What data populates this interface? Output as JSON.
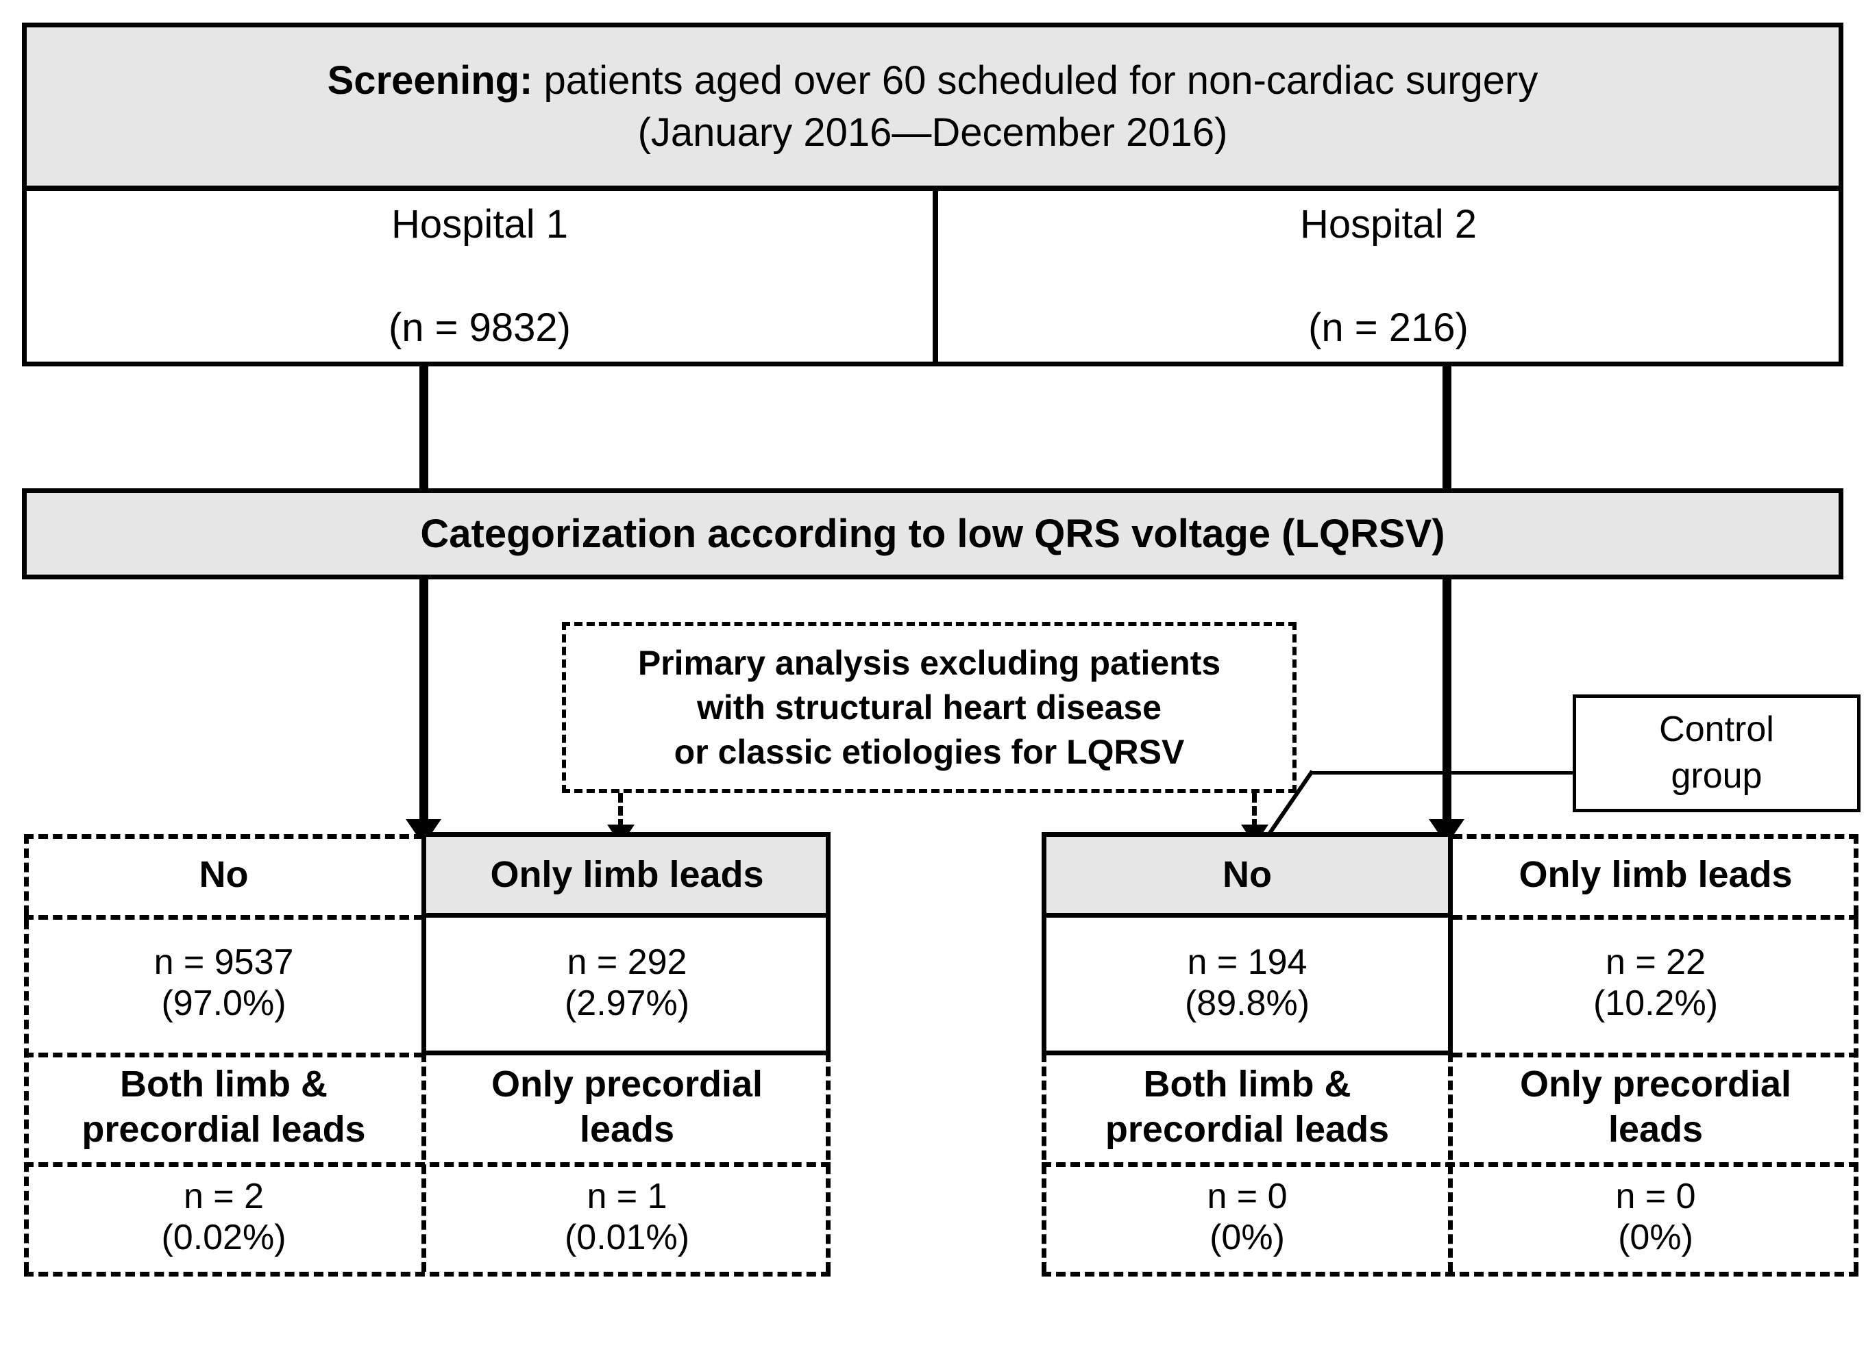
{
  "flowchart": {
    "screening": {
      "label_bold": "Screening:",
      "label_rest": " patients aged over 60 scheduled for non-cardiac surgery",
      "line2": "(January 2016—December 2016)"
    },
    "hospitals": [
      {
        "name": "Hospital 1",
        "count": "(n = 9832)"
      },
      {
        "name": "Hospital 2",
        "count": "(n = 216)"
      }
    ],
    "categorization": "Categorization according to low QRS voltage (LQRSV)",
    "annotation": {
      "line1": "Primary analysis excluding patients",
      "line2": "with structural heart disease",
      "line3": "or classic etiologies for LQRSV"
    },
    "control_group": {
      "line1": "Control",
      "line2": "group"
    },
    "left_table": {
      "cells": [
        {
          "header": "No",
          "n": "n = 9537",
          "pct": "(97.0%)"
        },
        {
          "header": "Only limb leads",
          "n": "n = 292",
          "pct": "(2.97%)"
        },
        {
          "header_l1": "Both limb &",
          "header_l2": "precordial leads",
          "n": "n = 2",
          "pct": "(0.02%)"
        },
        {
          "header_l1": "Only precordial",
          "header_l2": "leads",
          "n": "n = 1",
          "pct": "(0.01%)"
        }
      ]
    },
    "right_table": {
      "cells": [
        {
          "header": "No",
          "n": "n = 194",
          "pct": "(89.8%)"
        },
        {
          "header": "Only limb leads",
          "n": "n = 22",
          "pct": "(10.2%)"
        },
        {
          "header_l1": "Both limb &",
          "header_l2": "precordial leads",
          "n": "n = 0",
          "pct": "(0%)"
        },
        {
          "header_l1": "Only precordial",
          "header_l2": "leads",
          "n": "n = 0",
          "pct": "(0%)"
        }
      ]
    },
    "colors": {
      "highlight_fill": "#e6e6e6",
      "line": "#000000",
      "background": "#ffffff"
    }
  }
}
